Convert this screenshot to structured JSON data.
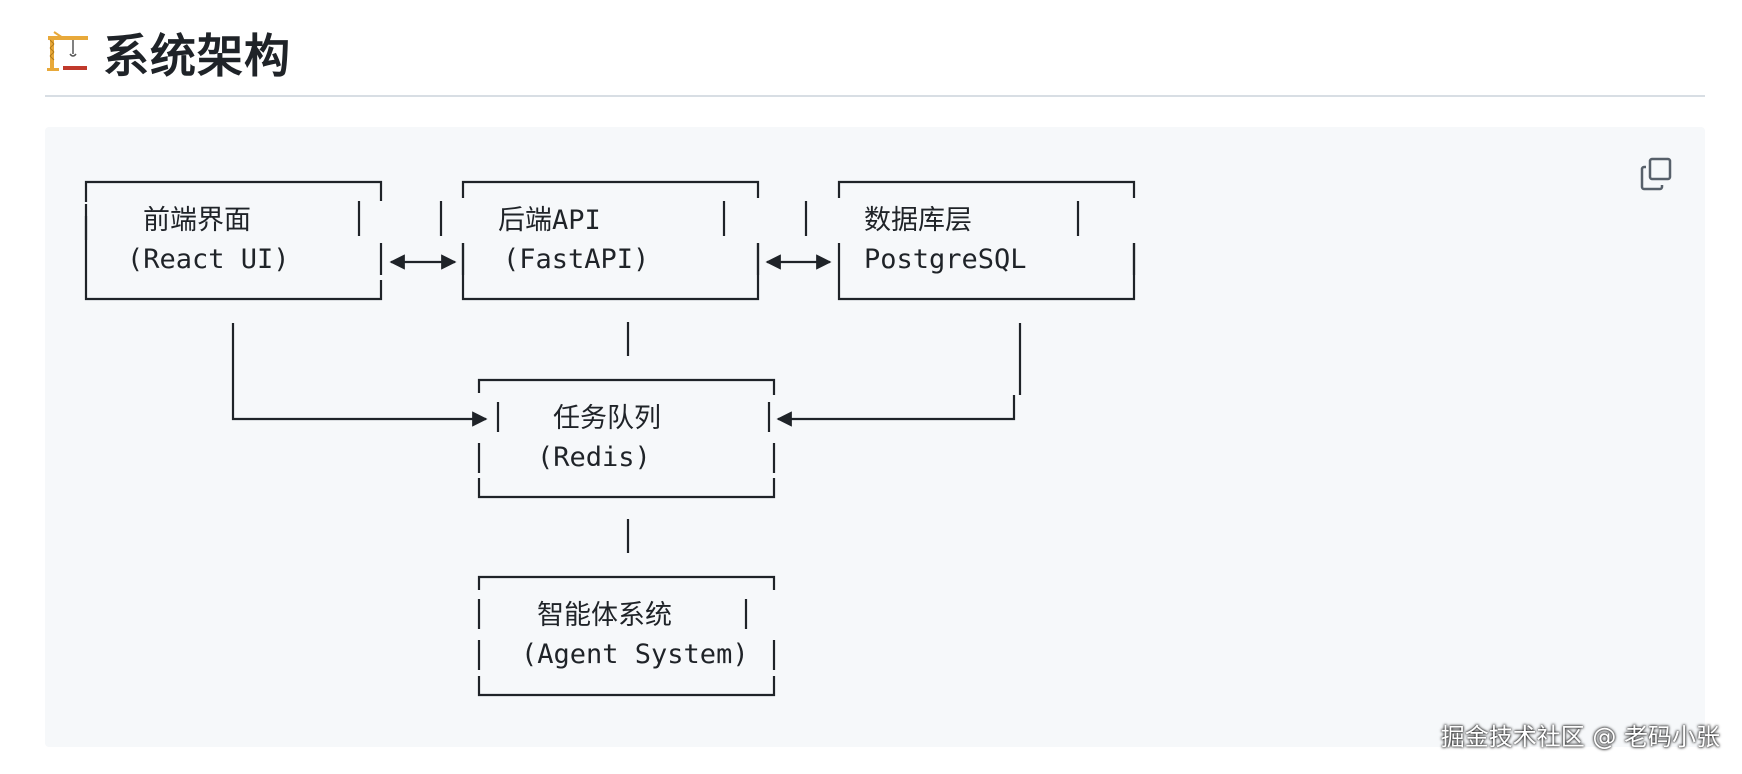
{
  "heading": {
    "icon": "construction-crane-icon",
    "title": "系统架构"
  },
  "code_block": {
    "copy_icon": "copy-icon",
    "diagram": {
      "frontend": {
        "title": "前端界面",
        "subtitle": "(React UI)"
      },
      "backend": {
        "title": "后端API",
        "subtitle": "(FastAPI)"
      },
      "database": {
        "title": "数据库层",
        "subtitle": "PostgreSQL"
      },
      "queue": {
        "title": "任务队列",
        "subtitle": "(Redis)"
      },
      "agent": {
        "title": "智能体系统",
        "subtitle": "(Agent System)"
      }
    }
  },
  "watermark": "掘金技术社区 @ 老码小张",
  "colors": {
    "text": "#1f2328",
    "code_background": "#f6f8fa",
    "rule": "#d8dee4",
    "crane": "#e8a93a",
    "crane_base": "#c0392b"
  }
}
